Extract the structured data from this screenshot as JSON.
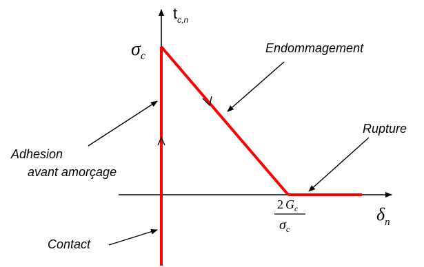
{
  "axes": {
    "y_label_main": "t",
    "y_label_sub": "c,n",
    "x_label_main": "δ",
    "x_label_sub": "n"
  },
  "values": {
    "sigma_main": "σ",
    "sigma_sub": "c",
    "fraction_numerator_coeff": "2",
    "fraction_numerator_var": "G",
    "fraction_numerator_sub": "c",
    "fraction_denominator_var": "σ",
    "fraction_denominator_sub": "c"
  },
  "annotations": {
    "endommagement": "Endommagement",
    "rupture": "Rupture",
    "adhesion_line1": "Adhesion",
    "adhesion_line2": "avant amorçage",
    "contact": "Contact"
  },
  "colors": {
    "curve": "#ff0000",
    "axes": "#000000"
  }
}
